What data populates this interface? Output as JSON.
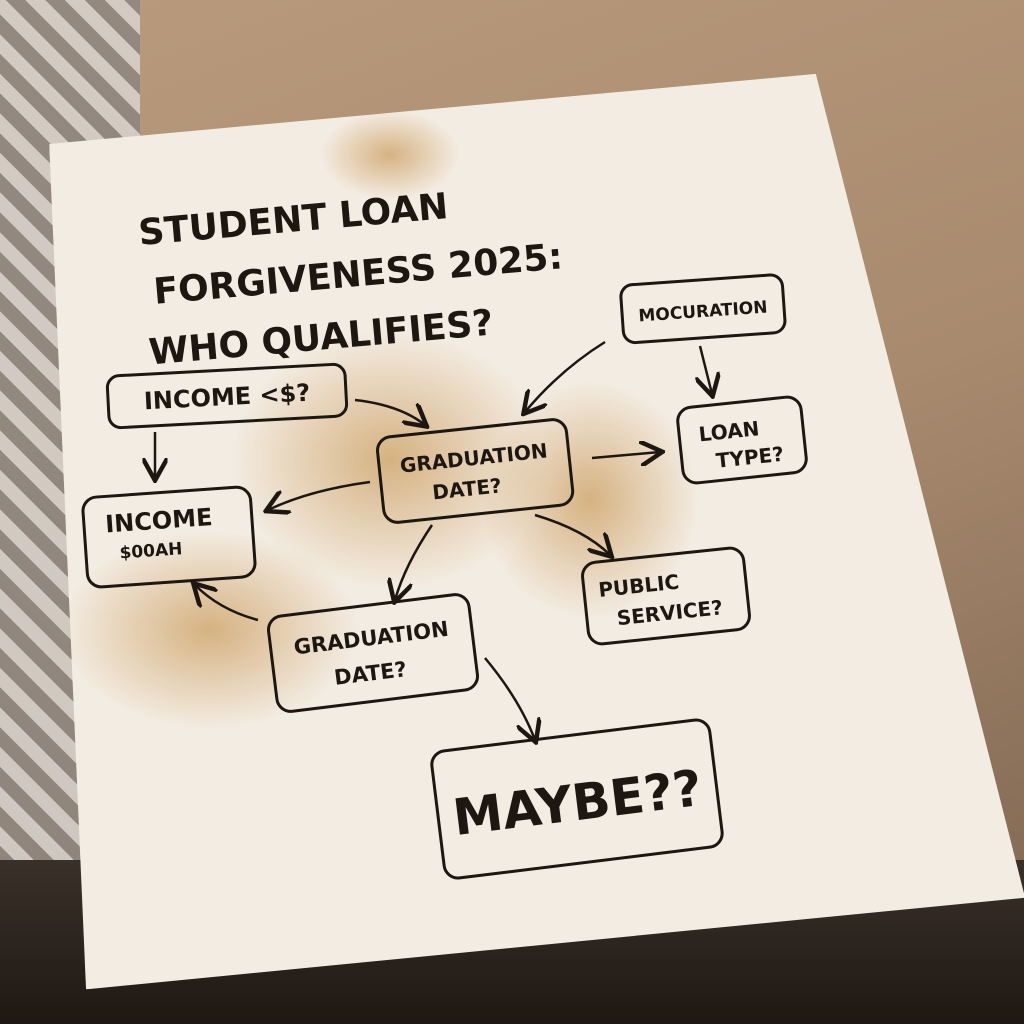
{
  "title": [
    "STUDENT LOAN",
    "FORGIVENESS 2025:",
    "WHO QUALIFIES?"
  ],
  "nodes": {
    "mocuration": "MOCURATION",
    "income_question": "INCOME <$?",
    "graduation_date_1": [
      "GRADUATION",
      "DATE?"
    ],
    "loan_type": [
      "LOAN",
      "TYPE?"
    ],
    "income_amount": [
      "INCOME",
      "$00AH"
    ],
    "public_service": [
      "PUBLIC",
      "SERVICE?"
    ],
    "graduation_date_2": [
      "GRADUATION",
      "DATE?"
    ],
    "maybe": "MAYBE??"
  },
  "colors": {
    "ink": "#1d1712",
    "napkin": "#f3ece2",
    "stain": "#be8232"
  }
}
